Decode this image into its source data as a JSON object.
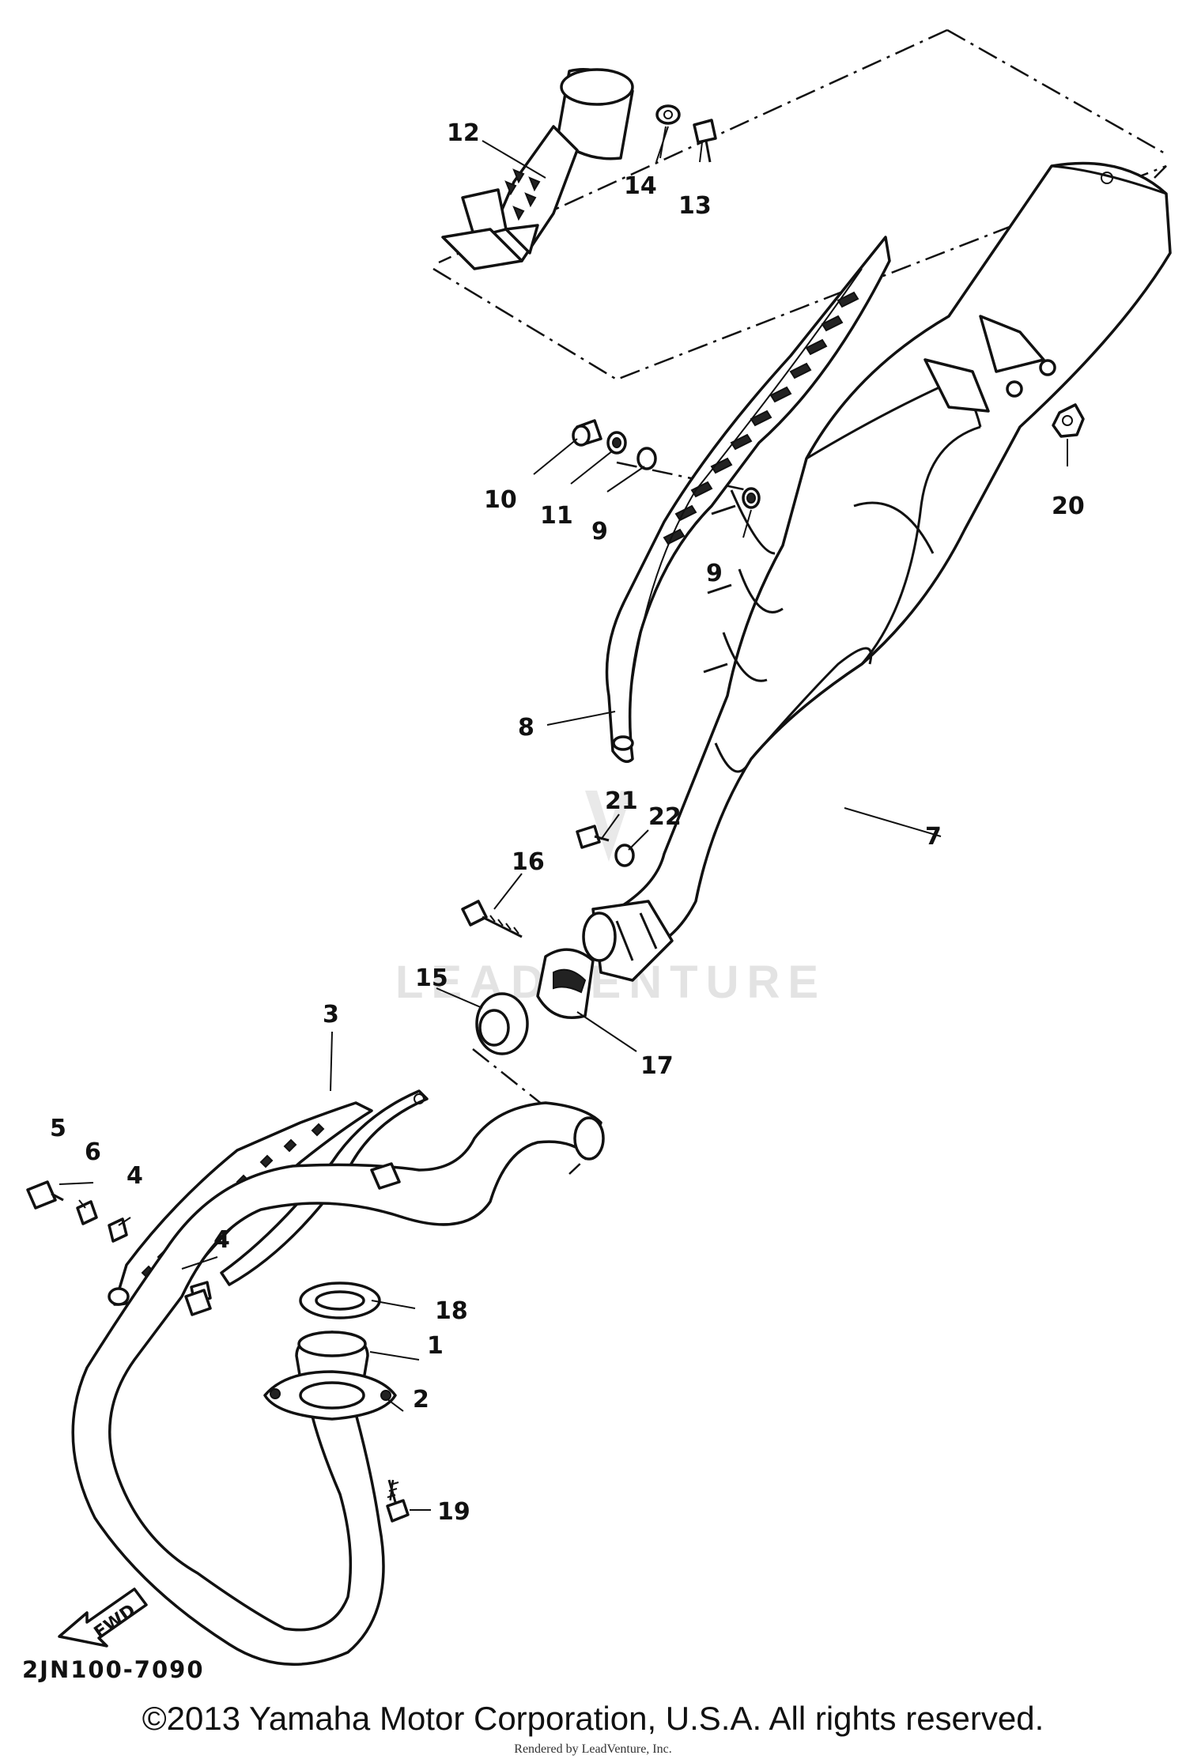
{
  "diagram": {
    "callouts": [
      "1",
      "2",
      "3",
      "4",
      "4",
      "5",
      "6",
      "7",
      "8",
      "9",
      "9",
      "10",
      "11",
      "12",
      "13",
      "14",
      "15",
      "16",
      "17",
      "18",
      "19",
      "20",
      "21",
      "22"
    ],
    "fwd_label": "FWD",
    "diagram_code": "2JN100-7090",
    "watermark": "LEADVENTURE"
  },
  "footer": {
    "copyright": "©2013 Yamaha Motor Corporation, U.S.A. All rights reserved.",
    "rendered_by": "Rendered by LeadVenture, Inc."
  }
}
